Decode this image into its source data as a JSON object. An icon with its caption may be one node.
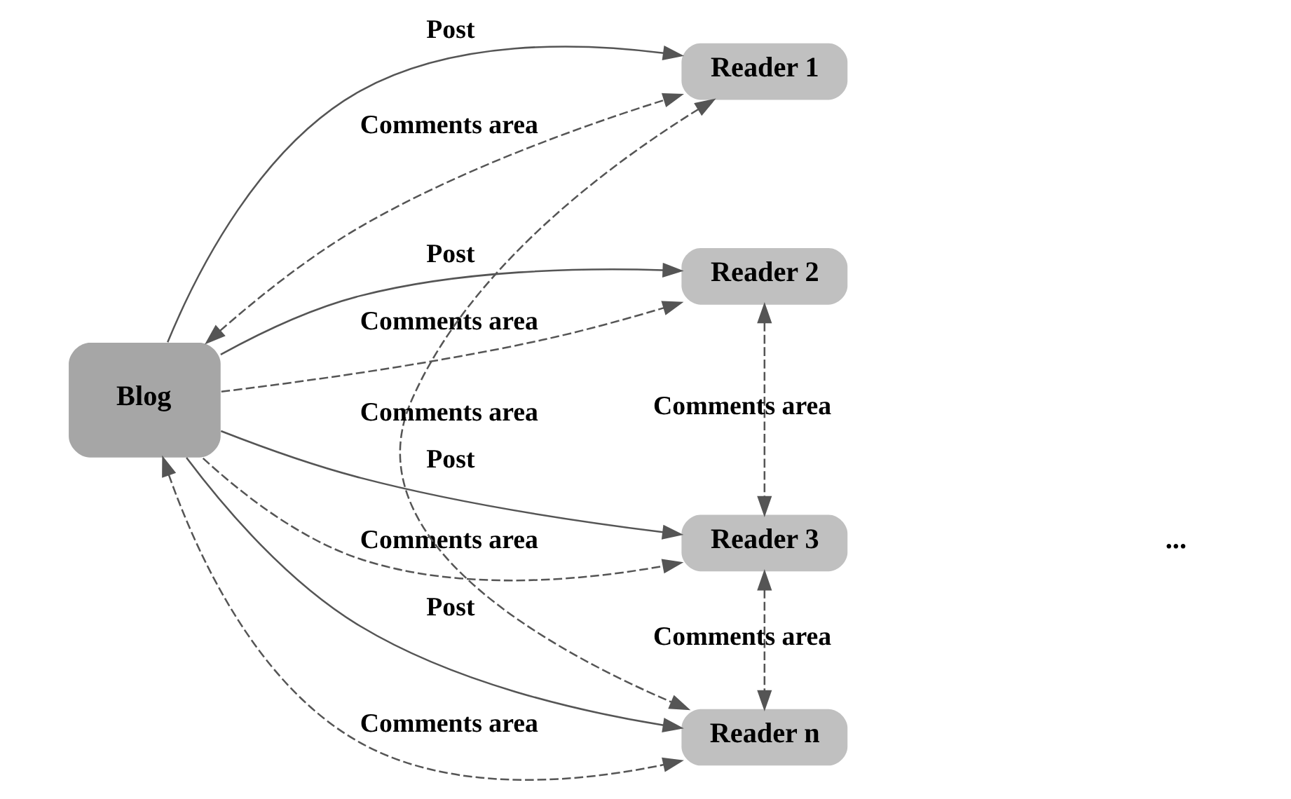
{
  "diagram": {
    "nodes": [
      {
        "text": [
          "Blog"
        ]
      },
      {
        "text": [
          "Reader 1"
        ]
      },
      {
        "text": [
          "Reader 2"
        ]
      },
      {
        "text": [
          "Reader 3"
        ]
      },
      {
        "text": [
          "Reader n"
        ]
      }
    ],
    "edges": [
      {
        "from": 0,
        "to": 1,
        "arrow": "to",
        "label": "Post"
      },
      {
        "from": 0,
        "to": 2,
        "arrow": "to",
        "label": "Post"
      },
      {
        "from": 0,
        "to": 3,
        "arrow": "to",
        "label": "Post"
      },
      {
        "from": 0,
        "to": 4,
        "arrow": "to",
        "label": "Post"
      },
      {
        "from": 0,
        "to": 1,
        "arrow": "both",
        "label": "Comments area",
        "style": "dashed"
      },
      {
        "from": 0,
        "to": 2,
        "arrow": "to",
        "label": "Comments area",
        "style": "dashed"
      },
      {
        "from": 0,
        "to": 3,
        "arrow": "to",
        "label": "Comments area",
        "style": "dashed"
      },
      {
        "from": 0,
        "to": 4,
        "arrow": "both",
        "label": "Comments area",
        "style": "dashed"
      },
      {
        "from": 2,
        "to": 3,
        "arrow": "both",
        "label": "Comments area",
        "style": "dashed"
      },
      {
        "from": 3,
        "to": 4,
        "arrow": "both",
        "label": "Comments area",
        "style": "dashed"
      },
      {
        "from": 1,
        "to": 4,
        "arrow": "both",
        "label": "Comments area",
        "style": "dashed"
      }
    ],
    "labels": [
      "..."
    ]
  }
}
